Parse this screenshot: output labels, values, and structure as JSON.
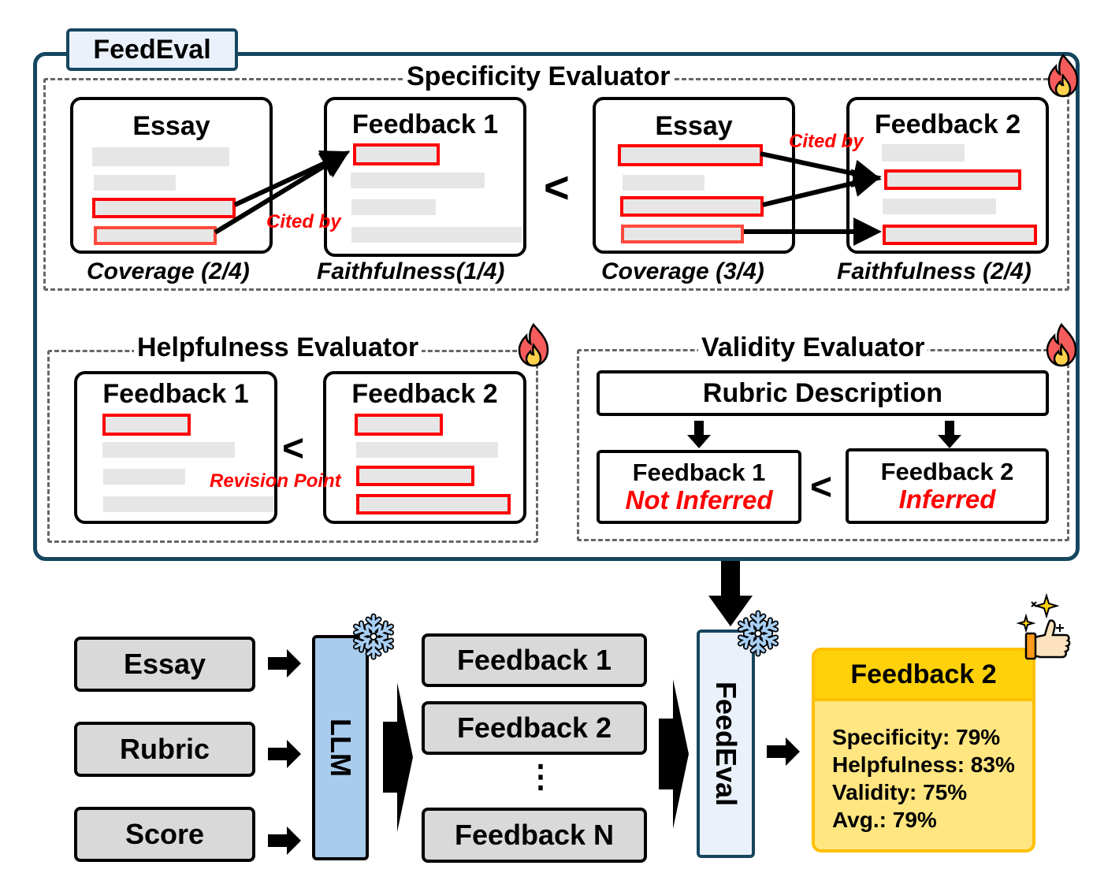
{
  "frame": {
    "title": "FeedEval"
  },
  "specificity": {
    "title": "Specificity Evaluator",
    "pair1": {
      "essay_title": "Essay",
      "feedback_title": "Feedback 1",
      "cited_label": "Cited by",
      "coverage": "Coverage (2/4)",
      "faithfulness": "Faithfulness(1/4)"
    },
    "comparator": "<",
    "pair2": {
      "essay_title": "Essay",
      "feedback_title": "Feedback 2",
      "cited_label": "Cited by",
      "coverage": "Coverage (3/4)",
      "faithfulness": "Faithfulness (2/4)"
    }
  },
  "helpfulness": {
    "title": "Helpfulness Evaluator",
    "feedback1": "Feedback 1",
    "feedback2": "Feedback 2",
    "comparator": "<",
    "revision_label": "Revision Point"
  },
  "validity": {
    "title": "Validity Evaluator",
    "rubric": "Rubric Description",
    "feedback1": {
      "title": "Feedback 1",
      "status": "Not Inferred"
    },
    "feedback2": {
      "title": "Feedback 2",
      "status": "Inferred"
    },
    "comparator": "<"
  },
  "pipeline": {
    "inputs": [
      "Essay",
      "Rubric",
      "Score"
    ],
    "model": "LLM",
    "outputs": [
      "Feedback 1",
      "Feedback 2",
      "⋮",
      "Feedback N"
    ],
    "evaluator": "FeedEval"
  },
  "result": {
    "title": "Feedback 2",
    "scores": [
      {
        "label": "Specificity",
        "value": "79%"
      },
      {
        "label": "Helpfulness",
        "value": "83%"
      },
      {
        "label": "Validity",
        "value": "75%"
      },
      {
        "label": "Avg.",
        "value": "79%"
      }
    ],
    "score_lines": [
      "Specificity: 79%",
      "Helpfulness: 83%",
      "Validity: 75%",
      "Avg.: 79%"
    ]
  },
  "icons": {
    "trainable": "fire-icon",
    "frozen": "snowflake-icon",
    "best": "thumbs-up-sparkle-icon"
  },
  "colors": {
    "frame_border": "#16465f",
    "frame_tab_bg": "#eaf1fb",
    "highlight": "#ff0000",
    "llm_bg": "#a9cbec",
    "feedeval_bg": "#eaf1fb",
    "result_header": "#ffd10a",
    "result_body": "#ffe680",
    "input_box": "#d9d9d9"
  }
}
